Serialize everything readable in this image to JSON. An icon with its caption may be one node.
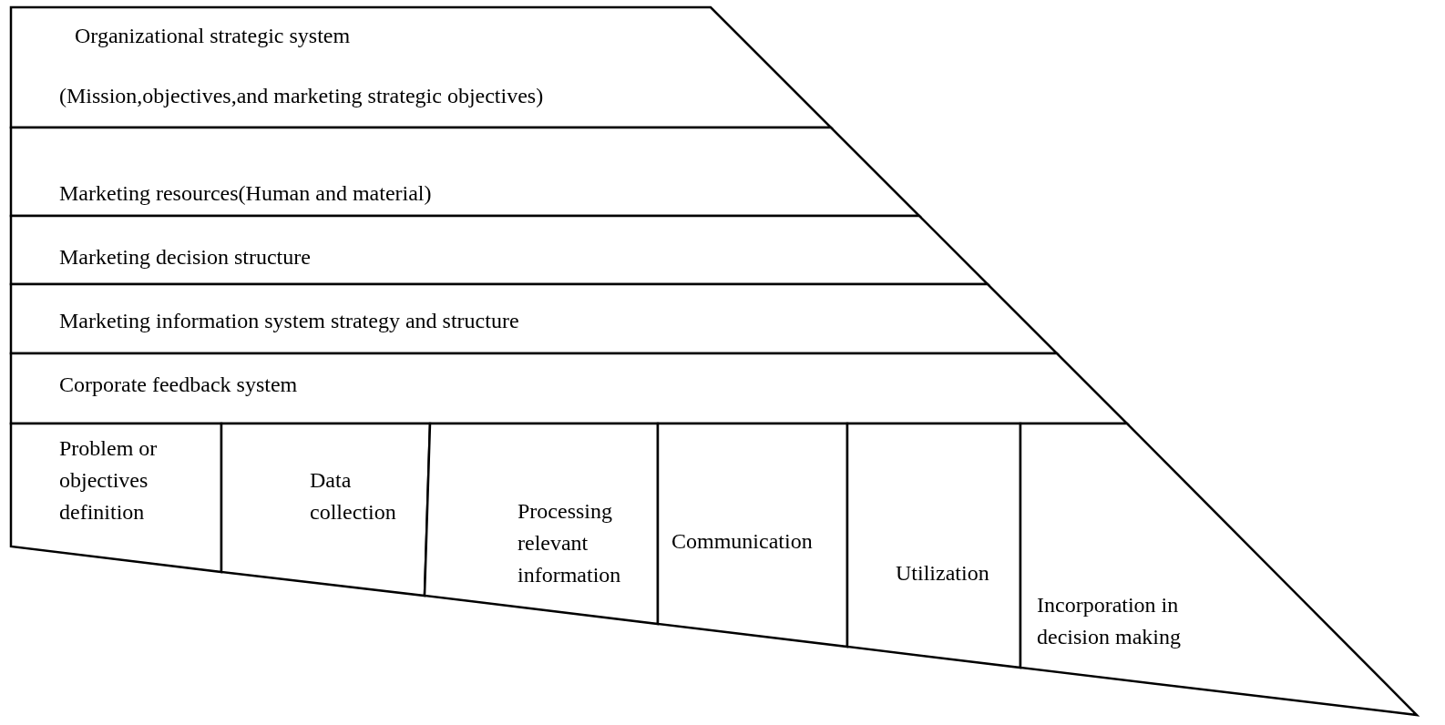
{
  "diagram": {
    "nodes": [
      {
        "text": [
          "Organizational strategic system",
          "(Mission,objectives,and marketing strategic objectives)"
        ]
      },
      {
        "text": [
          "Marketing resources(Human and material)"
        ]
      },
      {
        "text": [
          "Marketing decision structure"
        ]
      },
      {
        "text": [
          "Marketing information system strategy and structure"
        ]
      },
      {
        "text": [
          "Corporate feedback system"
        ]
      },
      {
        "text": [
          "Problem or objectives definition"
        ]
      },
      {
        "text": [
          "Data collection"
        ]
      },
      {
        "text": [
          "Processing relevant information"
        ]
      },
      {
        "text": [
          "Communication"
        ]
      },
      {
        "text": [
          "Utilization"
        ]
      },
      {
        "text": [
          "Incorporation in decision making"
        ]
      }
    ]
  }
}
